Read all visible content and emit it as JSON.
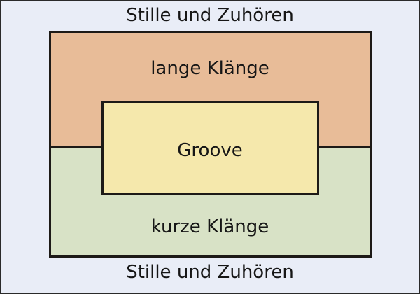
{
  "diagram": {
    "top_label": "Stille und Zuhören",
    "bottom_label": "Stille und Zuhören",
    "upper_region": {
      "label": "lange Klänge",
      "color": "#e8bc98"
    },
    "lower_region": {
      "label": "kurze Klänge",
      "color": "#d8e2c6"
    },
    "center_region": {
      "label": "Groove",
      "color": "#f5e8ac"
    },
    "background_color": "#e9edf7",
    "border_color": "#1d1a17"
  }
}
